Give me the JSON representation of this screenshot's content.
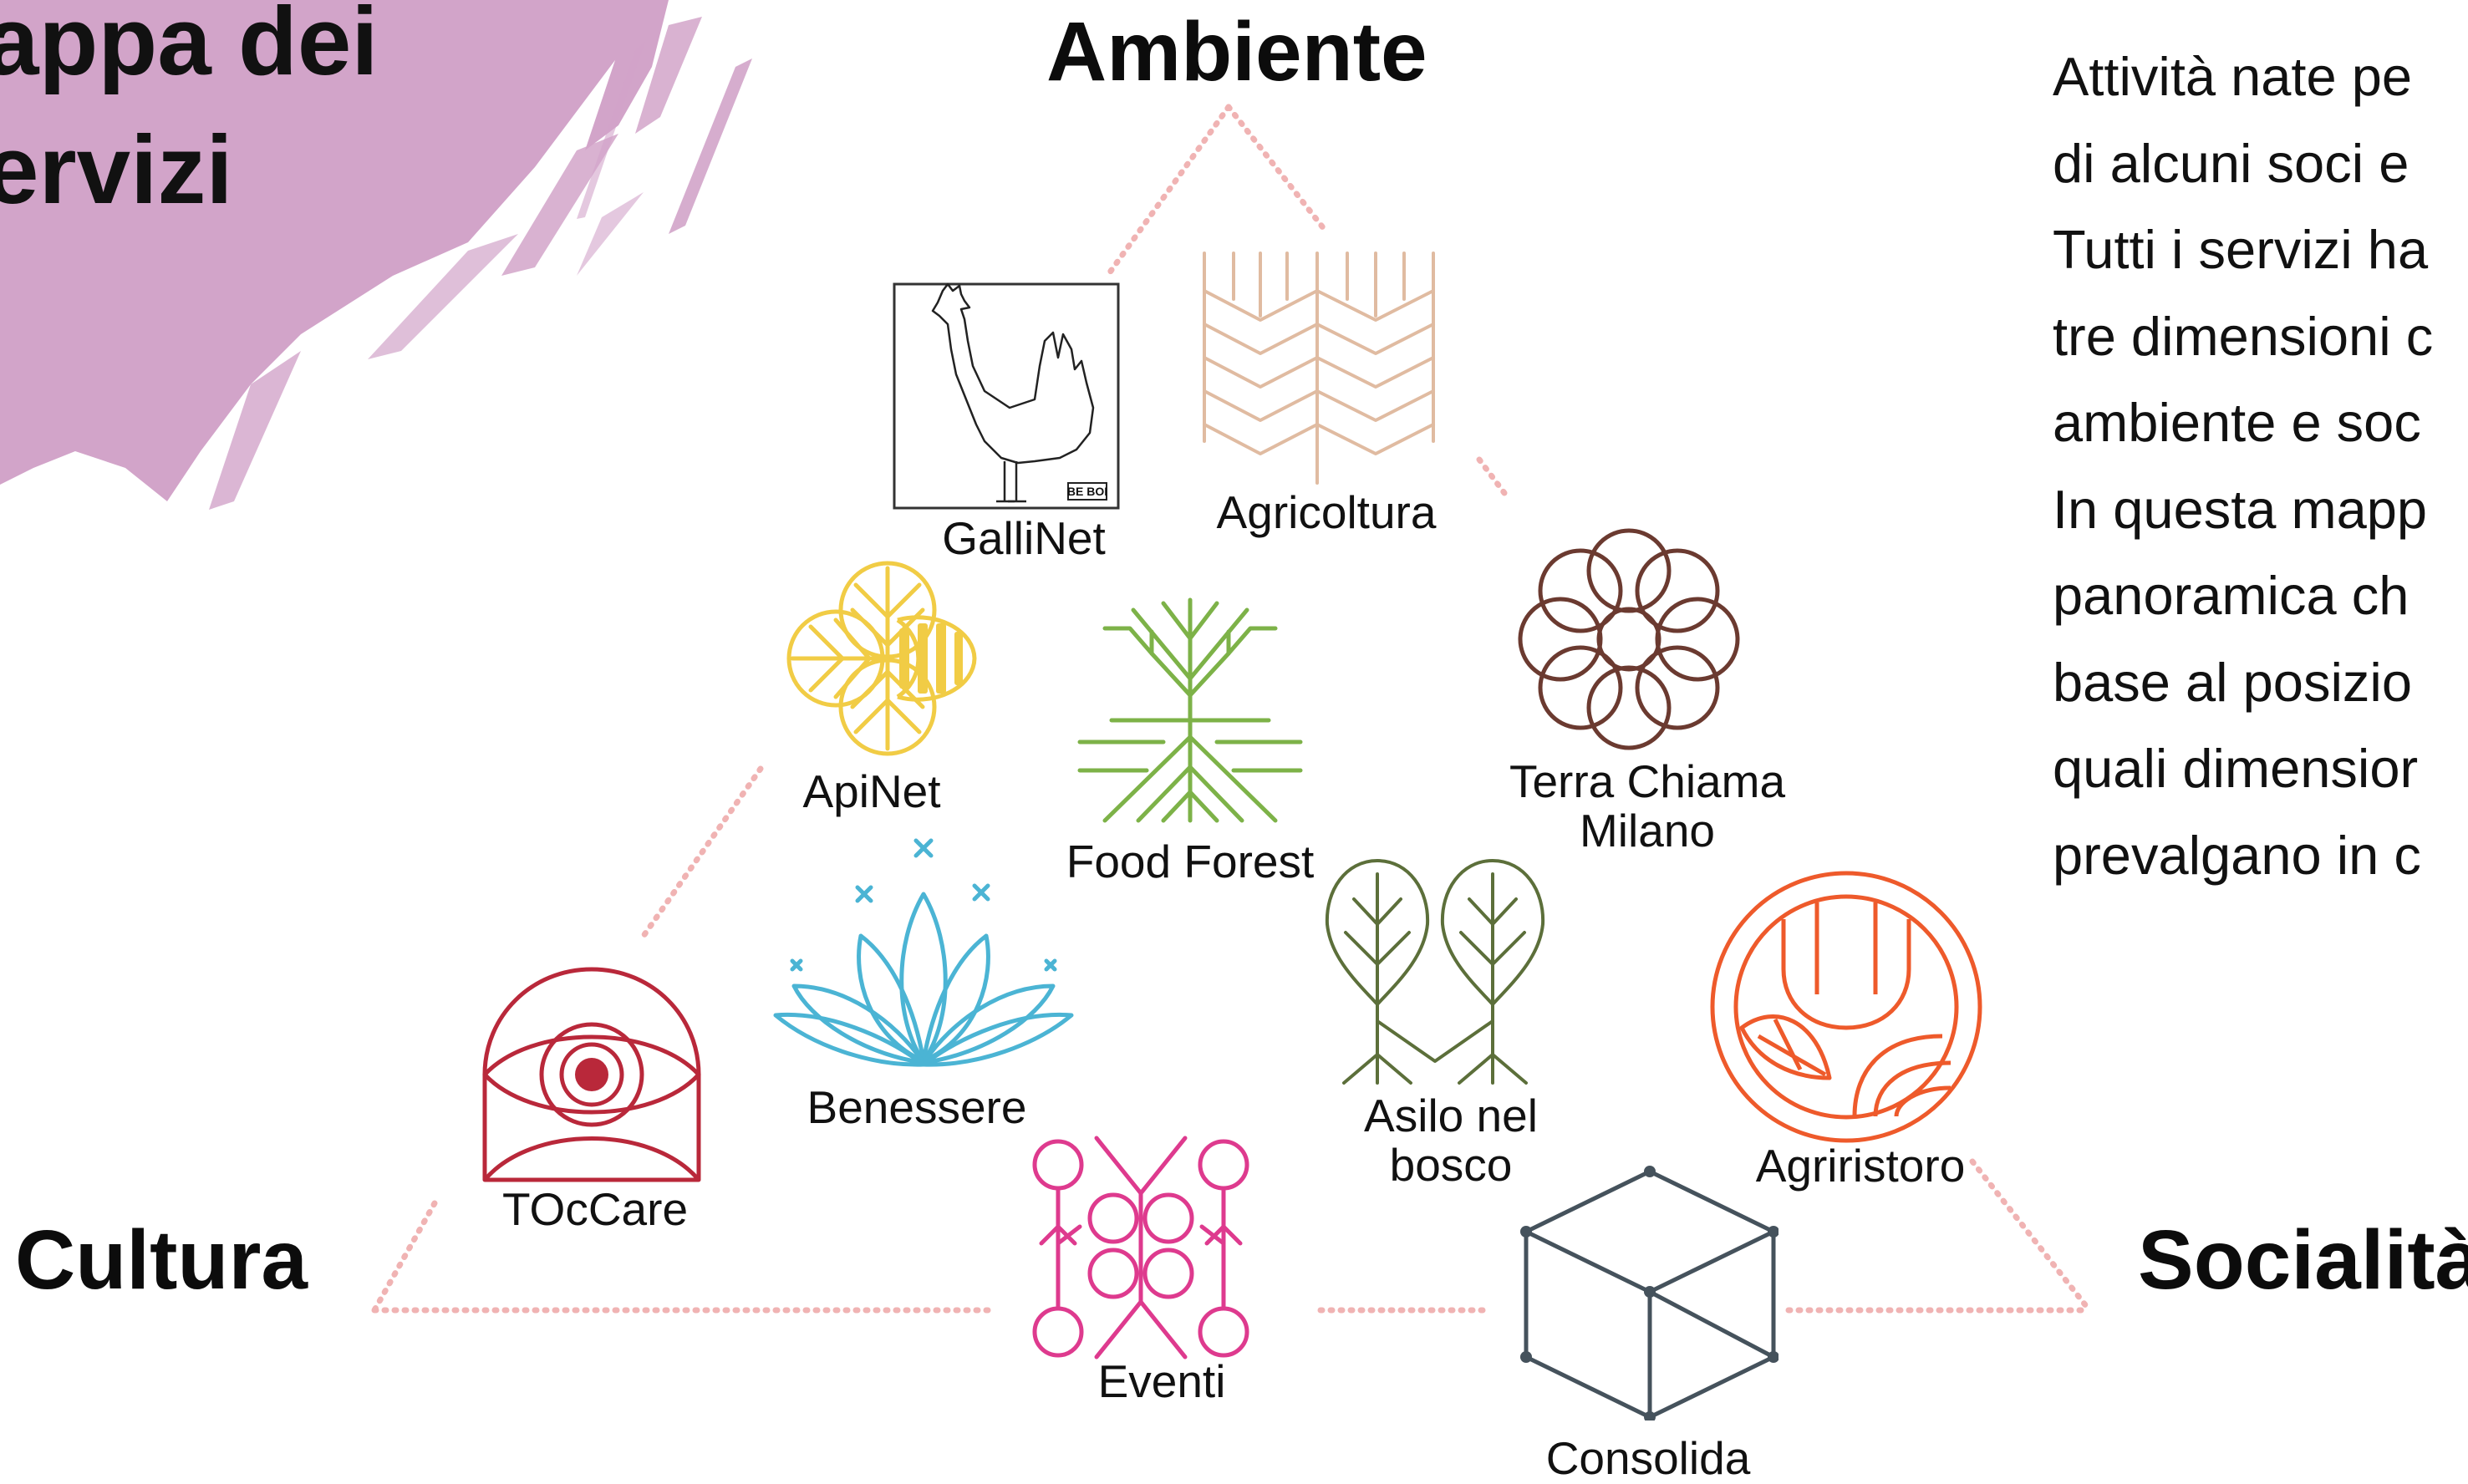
{
  "title": {
    "line1": "appa dei",
    "line2": "ervizi"
  },
  "axes": {
    "top": "Ambiente",
    "left": "Cultura",
    "right": "Socialità"
  },
  "description": "Attività nate pe\ndi alcuni soci e\nTutti i servizi ha\ntre dimensioni c\nambiente e soc\nIn questa mapp\npanoramica ch\nbase al posizio\nquali dimensior\nprevalgano in c",
  "services": {
    "gallinet": "GalliNet",
    "gallinet_badge": "BE BOI",
    "agricoltura": "Agricoltura",
    "apinet": "ApiNet",
    "food_forest": "Food Forest",
    "terra_chiama_1": "Terra Chiama",
    "terra_chiama_2": "Milano",
    "benessere": "Benessere",
    "asilo_1": "Asilo nel",
    "asilo_2": "bosco",
    "toccare": "TOcCare",
    "agriristoro": "Agriristoro",
    "eventi": "Eventi",
    "consolida": "Consolida"
  },
  "colors": {
    "brush": "#d2a4c9",
    "triangle": "#f0b3b3",
    "apinet": "#f1cc45",
    "food_forest": "#7db248",
    "terra": "#6b3a30",
    "benessere": "#4bb4d4",
    "asilo": "#5c6f3a",
    "toccare": "#b9283a",
    "agriristoro": "#ee5a2b",
    "eventi": "#de3a8e",
    "consolida": "#45525c",
    "agricoltura": "#e0bba1"
  }
}
